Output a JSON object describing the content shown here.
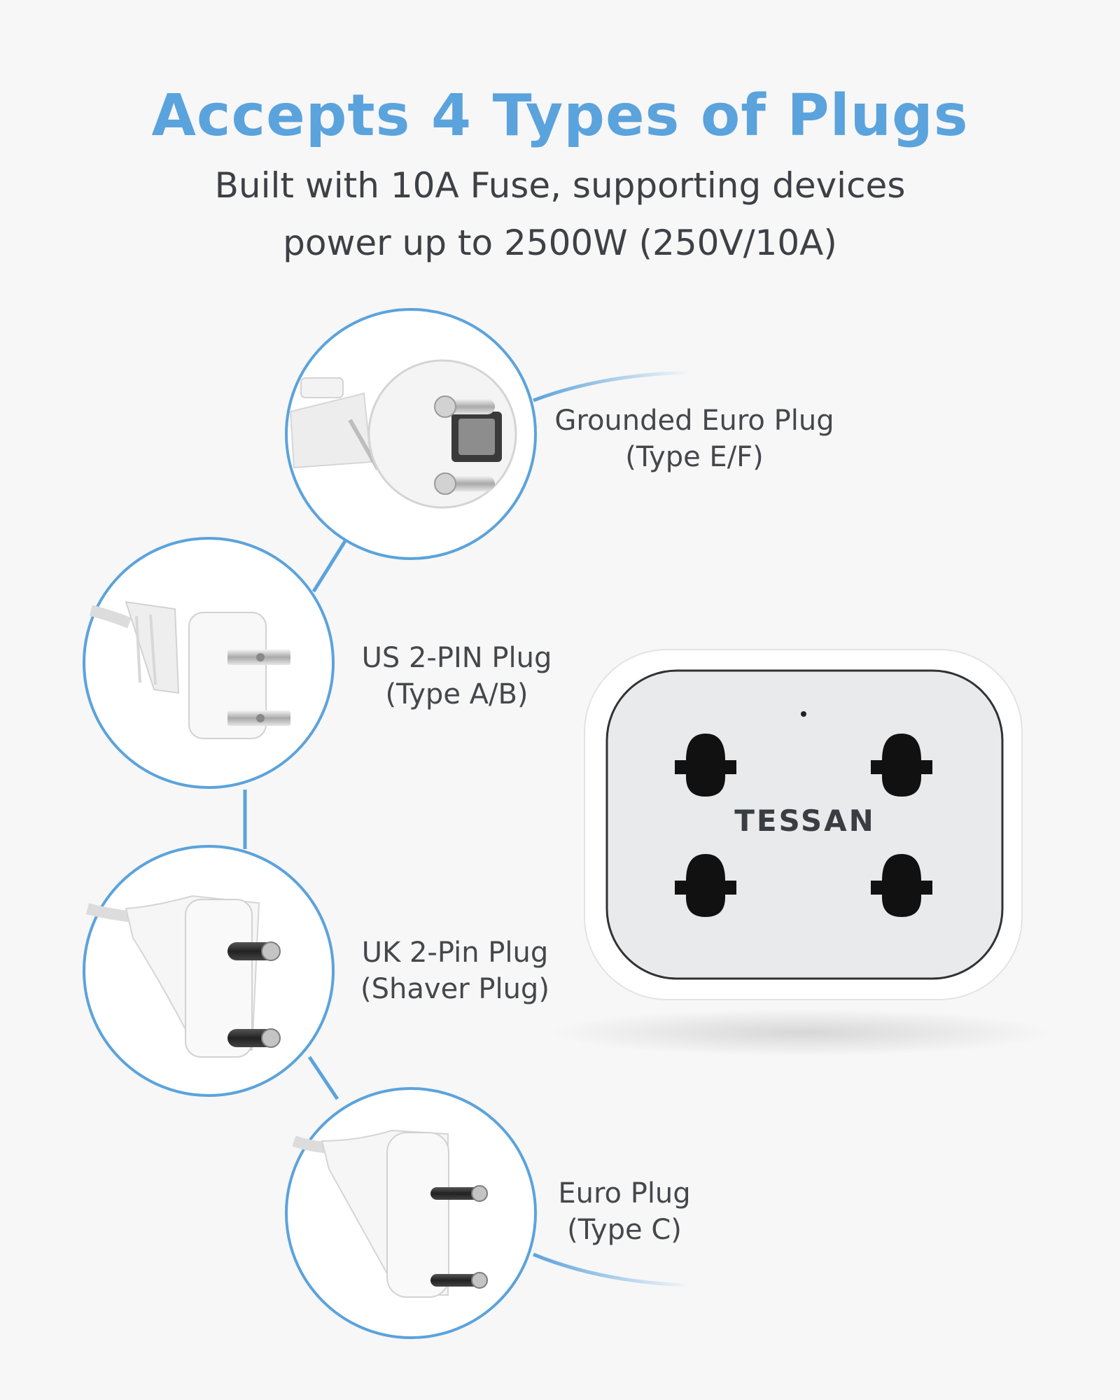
{
  "header": {
    "title": "Accepts 4 Types of Plugs",
    "subtitle_line1": "Built with 10A Fuse, supporting devices",
    "subtitle_line2": "power up to 2500W (250V/10A)"
  },
  "plugs": [
    {
      "name": "Grounded Euro Plug",
      "type": "(Type E/F)",
      "icon": "grounded-euro-plug-icon"
    },
    {
      "name": "US 2-PIN Plug",
      "type": "(Type A/B)",
      "icon": "us-2-pin-plug-icon"
    },
    {
      "name": "UK 2-Pin Plug",
      "type": "(Shaver Plug)",
      "icon": "uk-2-pin-plug-icon"
    },
    {
      "name": "Euro Plug",
      "type": "(Type C)",
      "icon": "euro-plug-icon"
    }
  ],
  "adapter": {
    "brand": "TESSAN",
    "outlets": 4
  },
  "colors": {
    "accent": "#5ba3dc",
    "text": "#3e4046",
    "background": "#f7f7f7"
  }
}
